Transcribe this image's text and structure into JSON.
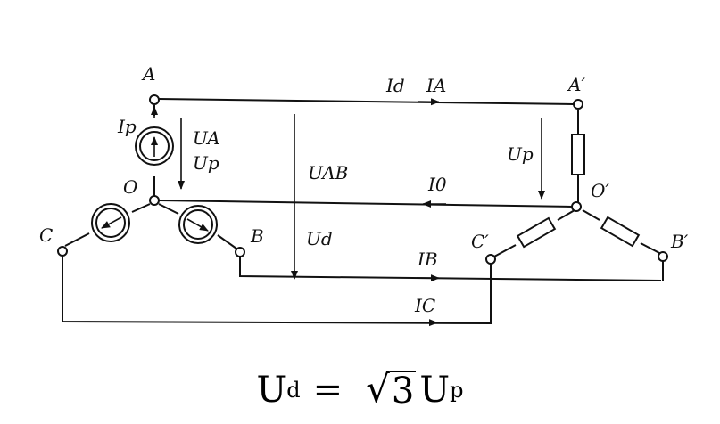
{
  "nodes": {
    "A": "A",
    "B": "B",
    "C": "C",
    "O": "O",
    "A_prime": "A′",
    "B_prime": "B′",
    "C_prime": "C′",
    "O_prime": "O′"
  },
  "currents": {
    "Id": "Id",
    "IA": "IA",
    "Ip": "Ip",
    "I0": "I0",
    "IB": "IB",
    "IC": "IC"
  },
  "voltages": {
    "UA": "UA",
    "Up": "Up",
    "UAB": "UAB",
    "Ud": "Ud",
    "Up_load": "Up"
  },
  "formula": {
    "lhs": "U",
    "lhs_sub": "d",
    "eq": "=",
    "radicand": "3",
    "rhs": "U",
    "rhs_sub": "p"
  }
}
